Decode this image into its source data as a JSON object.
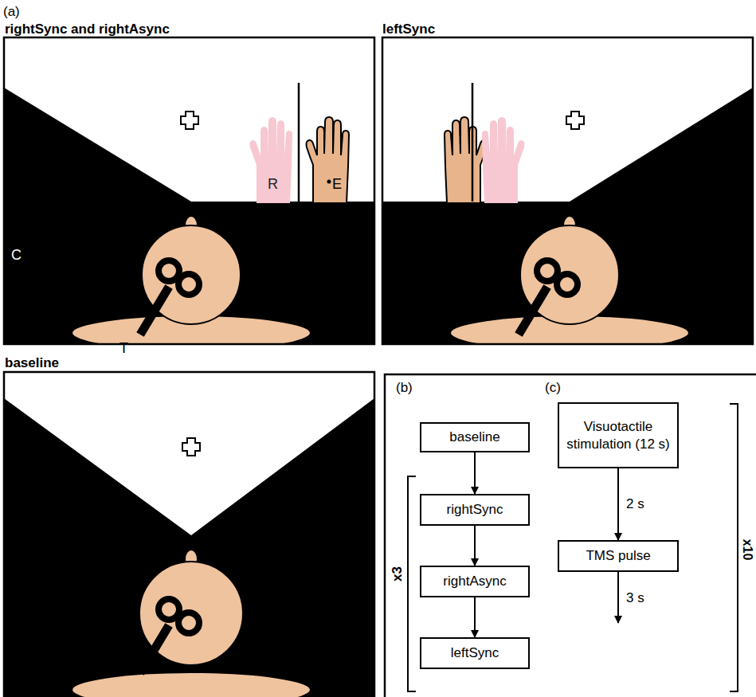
{
  "diagram": {
    "nodes": [
      {
        "text": [
          "baseline"
        ]
      },
      {
        "text": [
          "rightSync"
        ]
      },
      {
        "text": [
          "rightAsync"
        ]
      },
      {
        "text": [
          "leftSync"
        ]
      },
      {
        "text": [
          "Visuotactile stimulation (12 s)"
        ]
      },
      {
        "text": [
          "TMS pulse"
        ]
      }
    ],
    "edges": [
      {
        "from": 0,
        "to": 1,
        "arrow": "to"
      },
      {
        "from": 1,
        "to": 2,
        "arrow": "to"
      },
      {
        "from": 2,
        "to": 3,
        "arrow": "to"
      },
      {
        "from": 4,
        "to": 5,
        "label": "2 s",
        "arrow": "to"
      }
    ],
    "labels": [
      "(a)",
      "rightSync and rightAsync",
      "leftSync",
      "baseline",
      "C",
      "T",
      "R",
      "E",
      "(b)",
      "(c)",
      "x3",
      "x10",
      "3 s"
    ]
  }
}
